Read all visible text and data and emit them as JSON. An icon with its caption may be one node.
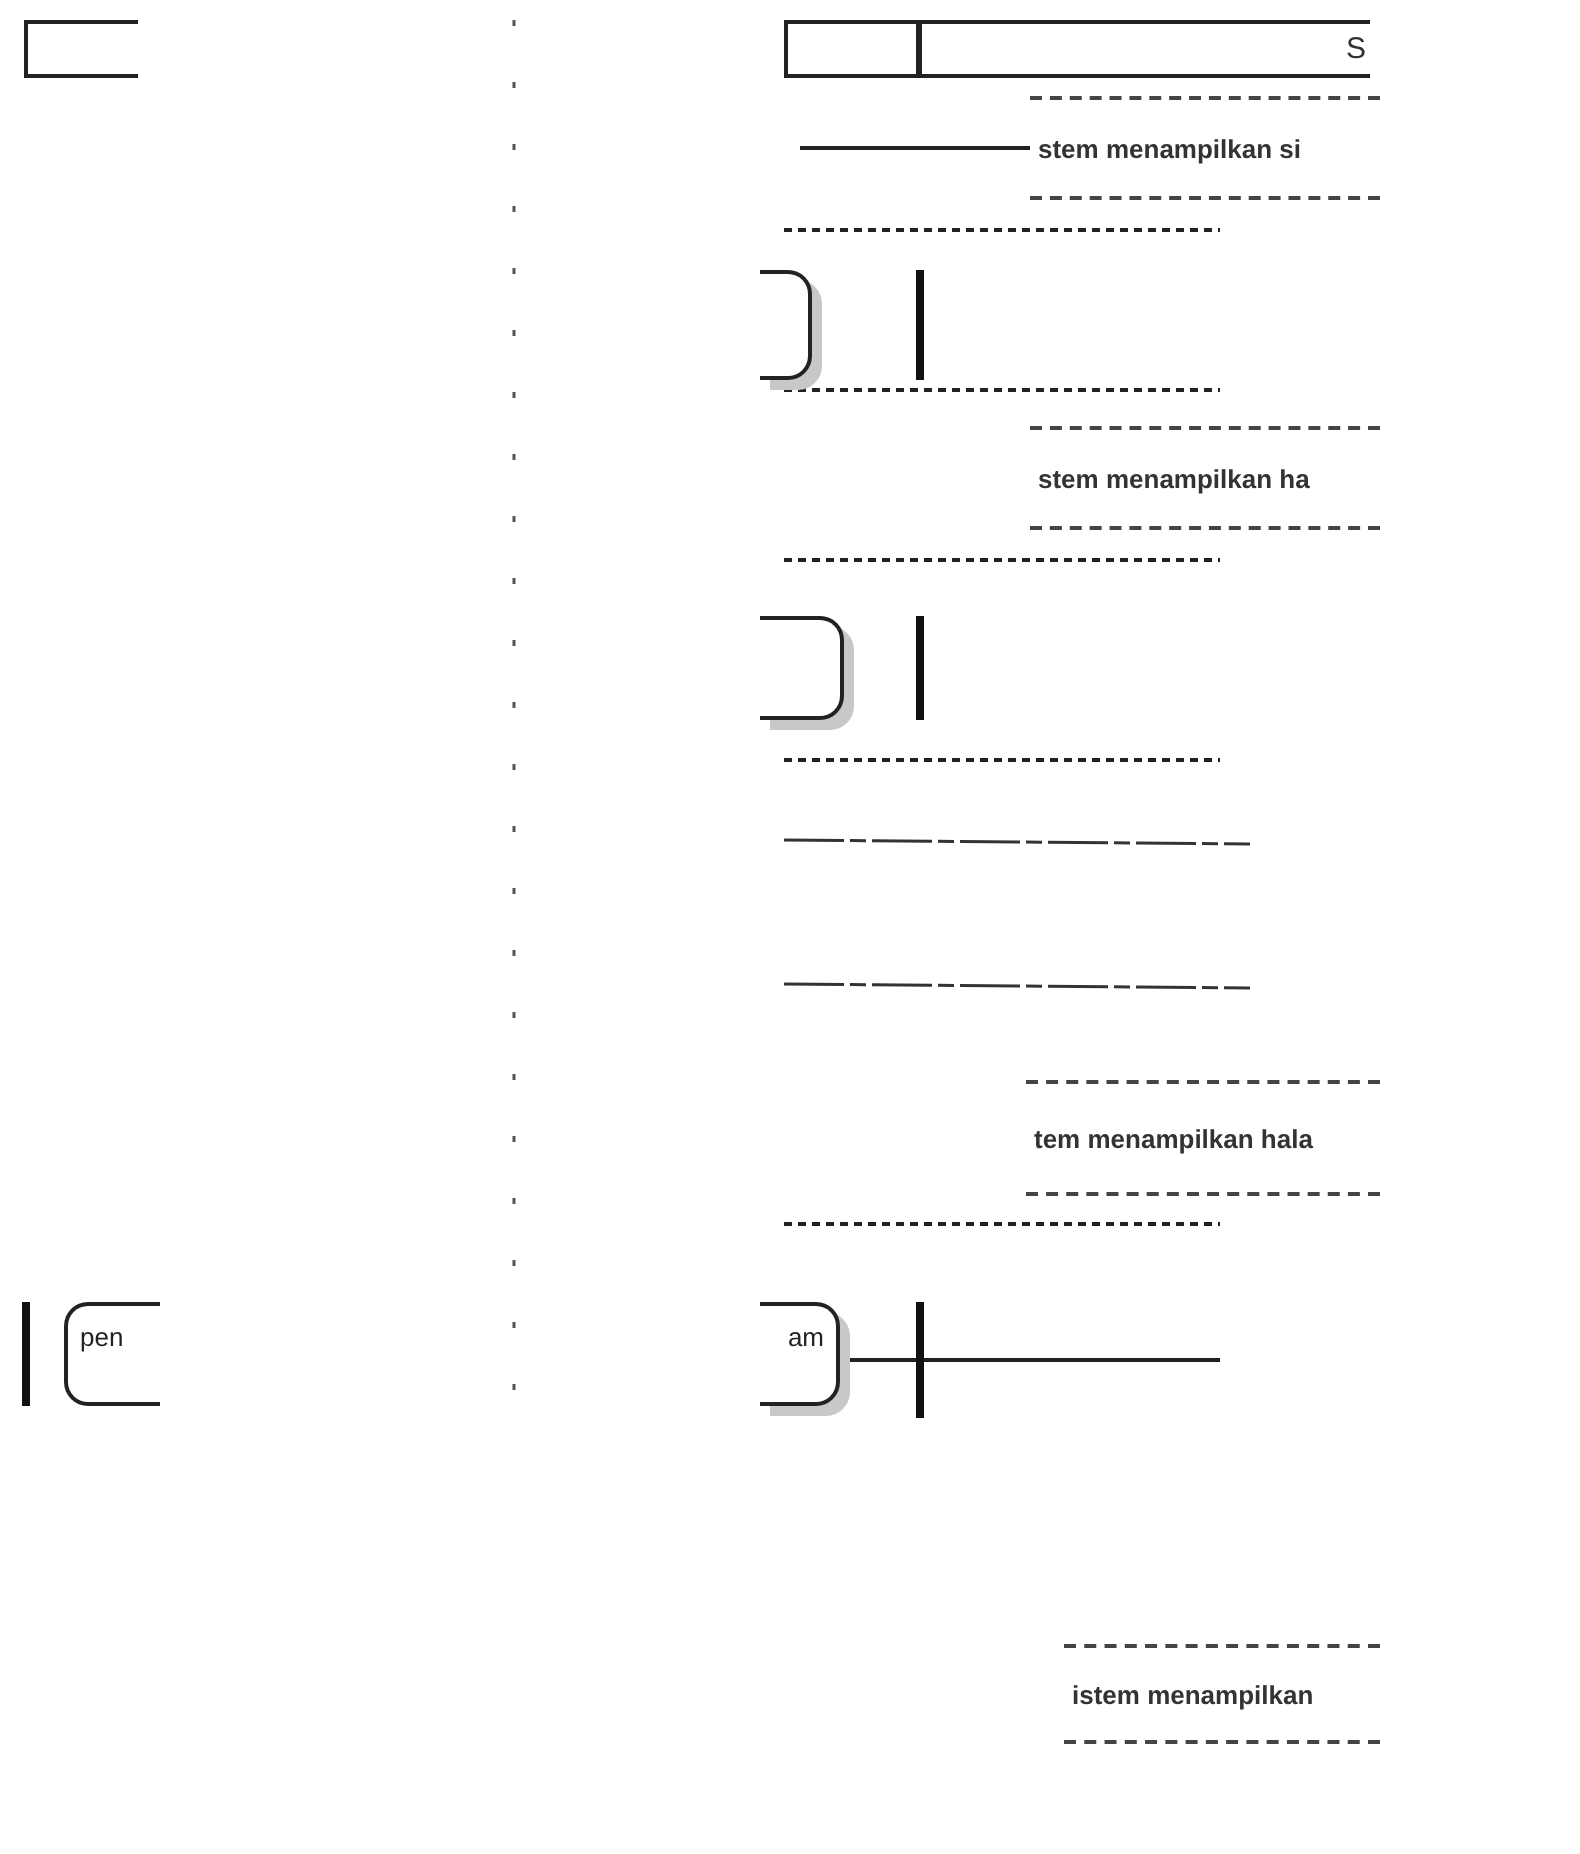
{
  "diagram": {
    "nodes": [
      {
        "text": [],
        "shape": "box"
      },
      {
        "text": [],
        "shape": "box"
      },
      {
        "text": [
          "S"
        ]
      },
      {
        "text": [
          "stem menampilkan si"
        ]
      },
      {
        "text": [],
        "shape": "box"
      },
      {
        "text": [],
        "shape": "bar"
      },
      {
        "text": [
          "stem menampilkan ha"
        ]
      },
      {
        "text": [],
        "shape": "box"
      },
      {
        "text": [],
        "shape": "bar"
      },
      {
        "text": [
          "tem menampilkan hala"
        ]
      },
      {
        "text": [],
        "shape": "bar"
      },
      {
        "text": [
          "pen"
        ]
      },
      {
        "text": [
          "am"
        ]
      },
      {
        "text": [],
        "shape": "bar"
      },
      {
        "text": [
          "istem menampilkan"
        ]
      }
    ],
    "edges": [
      {
        "from": 12,
        "to": 13,
        "arrow": "none"
      },
      {
        "from": 13,
        "to": null,
        "arrow": "none"
      },
      {
        "from": 3,
        "to": null,
        "arrow": "none"
      }
    ]
  }
}
